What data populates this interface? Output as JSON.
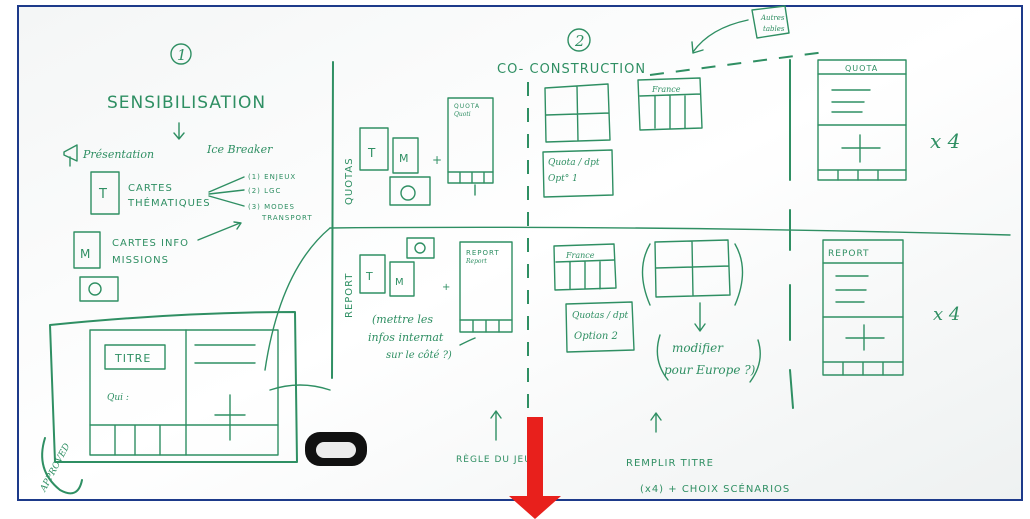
{
  "whiteboard": {
    "ink_color": "#2f8f63",
    "arrow_color": "#e8201c",
    "step1": {
      "number": "1",
      "title": "SENSIBILISATION",
      "presentation": "Présentation",
      "ice_breaker": "Ice Breaker",
      "cartes_thematiques": [
        "CARTES",
        "THÉMATIQUES"
      ],
      "cartes_info": [
        "CARTES INFO",
        "MISSIONS"
      ],
      "topics": [
        "(1) ENJEUX",
        "(2) LGC",
        "(3) MODES",
        "TRANSPORT"
      ],
      "card_letters": [
        "T",
        "M"
      ]
    },
    "step2": {
      "number": "2",
      "title": "CO- CONSTRUCTION",
      "autres_tables": [
        "Autres",
        "tables"
      ],
      "row_quotas": "QUOTAS",
      "row_report": "REPORT",
      "quota_card": [
        "QUOTA",
        "Quoti"
      ],
      "france": "France",
      "quota_dept_opt1": [
        "Quota / dpt",
        "Opt° 1"
      ],
      "quota_dept_opt2": [
        "Quotas / dpt",
        "Option 2"
      ],
      "report_card": [
        "REPORT",
        "Report"
      ],
      "mettre_infos": [
        "(mettre les",
        "infos internat",
        "sur le côté ?)"
      ],
      "modifier": [
        "modifier",
        "pour Europe ?)"
      ],
      "regle": "RÈGLE DU JEU",
      "remplir": [
        "REMPLIR TITRE",
        "(x4) + CHOIX SCÉNARIOS"
      ]
    },
    "final": {
      "quota_title": "QUOTA",
      "report_title": "REPORT",
      "multiplier_top": "x 4",
      "multiplier_bottom": "x 4"
    },
    "approved_box": {
      "titre": "TITRE",
      "qui": "Qui :",
      "stamp": "APPROVED"
    }
  }
}
